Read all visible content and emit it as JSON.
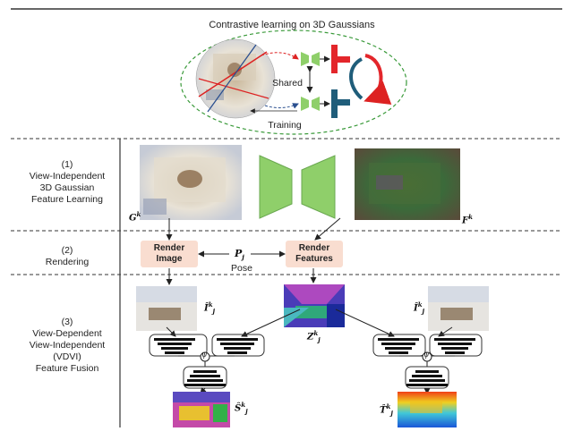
{
  "title": "Contrastive learning on 3D Gaussians",
  "top": {
    "shared": "Shared",
    "training": "Training"
  },
  "stages": [
    {
      "num": "(1)",
      "lines": [
        "View-Independent",
        "3D Gaussian",
        "Feature Learning"
      ]
    },
    {
      "num": "(2)",
      "lines": [
        "Rendering"
      ]
    },
    {
      "num": "(3)",
      "lines": [
        "View-Dependent",
        "View-Independent",
        "(VDVI)",
        "Feature Fusion"
      ]
    }
  ],
  "math": {
    "g": "G",
    "g_sup": "k",
    "f": "F",
    "f_sup": "k",
    "p": "P",
    "p_sub": "j",
    "i_left": "Î",
    "i_left_sub": "j",
    "i_left_sup": "k",
    "z": "Z",
    "z_sub": "j",
    "z_sup": "k",
    "i_right": "Î",
    "i_right_sub": "j",
    "i_right_sup": "k",
    "s": "Ŝ",
    "s_sub": "j",
    "s_sup": "k",
    "t": "T̂",
    "t_sub": "j",
    "t_sup": "k",
    "psi": "ψ"
  },
  "render": {
    "image": [
      "Render",
      "Image"
    ],
    "features": [
      "Render",
      "Features"
    ],
    "pose": "Pose"
  },
  "colors": {
    "encoder": "#8fcf6a",
    "red": "#e3262b",
    "teal": "#1f5d7a",
    "box": "#f9ddd0",
    "dashed": "#3a9a3a"
  }
}
